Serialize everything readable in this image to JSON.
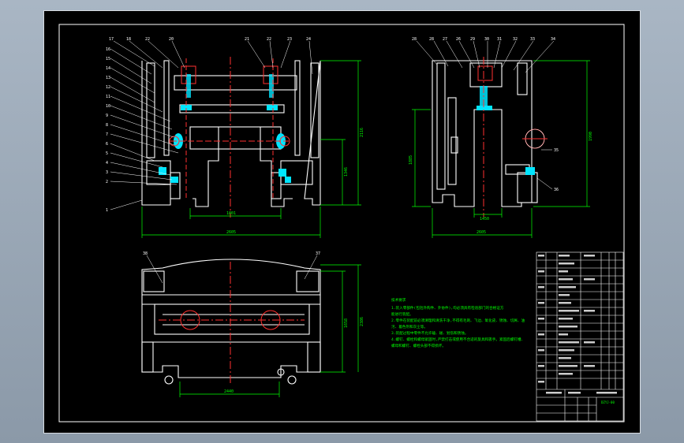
{
  "front_view": {
    "part_labels_top": [
      "17",
      "18",
      "22",
      "20",
      "21",
      "22",
      "23",
      "24"
    ],
    "part_labels_left": [
      "16",
      "15",
      "14",
      "13",
      "12",
      "11",
      "10",
      "9",
      "8",
      "7",
      "6",
      "5",
      "4",
      "3",
      "2",
      "1"
    ],
    "dimensions": {
      "inner_width": "1801",
      "overall_width": "2605",
      "overall_height": "2116",
      "partial_height": "1346"
    }
  },
  "side_view": {
    "part_labels_top": [
      "28",
      "28",
      "27",
      "26",
      "29",
      "30",
      "31",
      "32",
      "33",
      "34"
    ],
    "part_labels_right": [
      "35",
      "36"
    ],
    "dimensions": {
      "height_left": "1885",
      "height_right": "1990",
      "bottom_width": "2605",
      "inner_width": "1450"
    }
  },
  "top_view": {
    "part_labels": [
      "38",
      "37"
    ],
    "dimensions": {
      "width": "2440",
      "height_inner": "1658",
      "height_outer": "2386"
    }
  },
  "notes": {
    "heading": "技术要求",
    "lines": [
      "1.装入零部件(包括外购件、外协件),均必须具有检验部门的合格证方",
      "能进行装配。",
      "2.零件在装配前必须清理和清洗干净,不得有毛刺、飞边、氧化皮、锈蚀、切屑、油",
      "污、着色剂和灰尘等。",
      "3.装配过程中零件不允许磕、碰、划伤和锈蚀。",
      "4.螺钉、螺栓和螺母紧固时,严禁打击或使用不合适的旋具和扳手。紧固后螺钉槽、",
      "螺母和螺钉、螺栓头部不得损坏。"
    ]
  },
  "title_block": {
    "drawing_number": "DZYJ-00"
  }
}
